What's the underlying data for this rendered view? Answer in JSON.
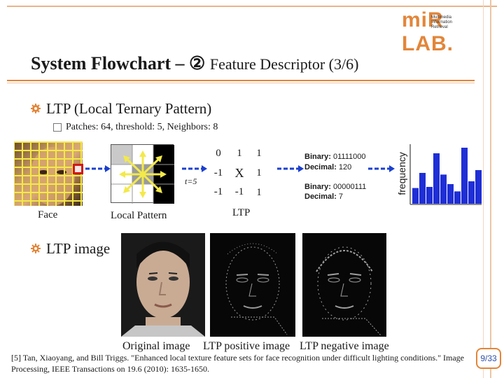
{
  "logo": {
    "main": "miR LAB.",
    "lines": [
      "Multimedia",
      "Information",
      "Retrieval"
    ]
  },
  "title": {
    "bold": "System Flowchart – ②",
    "normal": "Feature Descriptor (3/6)"
  },
  "bullets": {
    "ltp": "LTP (Local Ternary Pattern)",
    "patches": "Patches: 64, threshold: 5, Neighbors: 8",
    "ltp_image": "LTP image"
  },
  "figure": {
    "face_label": "Face",
    "local_pattern_label": "Local Pattern",
    "t_label": "t=5",
    "ltp_label": "LTP",
    "grid": [
      "0",
      "1",
      "1",
      "-1",
      "X",
      "1",
      "-1",
      "-1",
      "1"
    ],
    "binary1_label": "Binary:",
    "binary1_value": "01111000",
    "decimal1_label": "Decimal:",
    "decimal1_value": "120",
    "binary2_label": "Binary:",
    "binary2_value": "00000111",
    "decimal2_label": "Decimal:",
    "decimal2_value": "7",
    "frequency_label": "frequency",
    "histogram": [
      0.28,
      0.55,
      0.3,
      0.9,
      0.52,
      0.35,
      0.22,
      1.0,
      0.4,
      0.6
    ]
  },
  "captions": {
    "original": "Original image",
    "positive": "LTP positive image",
    "negative": "LTP negative image"
  },
  "reference": "[5] Tan, Xiaoyang, and Bill Triggs. \"Enhanced local texture feature sets for face recognition under difficult lighting conditions.\" Image Processing, IEEE Transactions on 19.6 (2010): 1635-1650.",
  "page": "9/33",
  "colors": {
    "accent": "#e2863a",
    "arrow": "#1b3fcf",
    "bars": "#1f2fd6",
    "yellow": "#f3e94a"
  }
}
